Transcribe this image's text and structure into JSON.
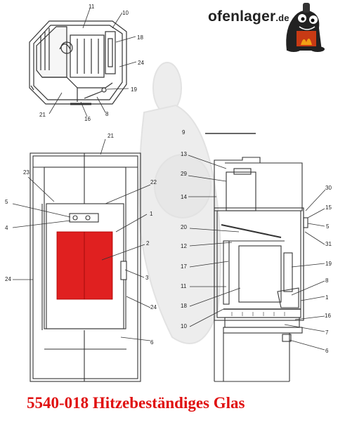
{
  "brand": {
    "name": "ofenlager",
    "tld": ".de"
  },
  "caption": "5540-018 Hitzebeständiges Glas",
  "colors": {
    "highlight": "#e02020",
    "line": "#333333",
    "watermark": "#d9d9d9",
    "caption": "#e01010"
  },
  "callouts": {
    "top": [
      "11",
      "10",
      "18",
      "24",
      "19",
      "8",
      "16",
      "21"
    ],
    "front": [
      "21",
      "23",
      "22",
      "5",
      "4",
      "1",
      "2",
      "3",
      "24",
      "24",
      "6"
    ],
    "side": [
      "9",
      "13",
      "29",
      "14",
      "30",
      "15",
      "5",
      "31",
      "20",
      "12",
      "17",
      "19",
      "11",
      "8",
      "18",
      "1",
      "16",
      "10",
      "7",
      "6"
    ]
  }
}
